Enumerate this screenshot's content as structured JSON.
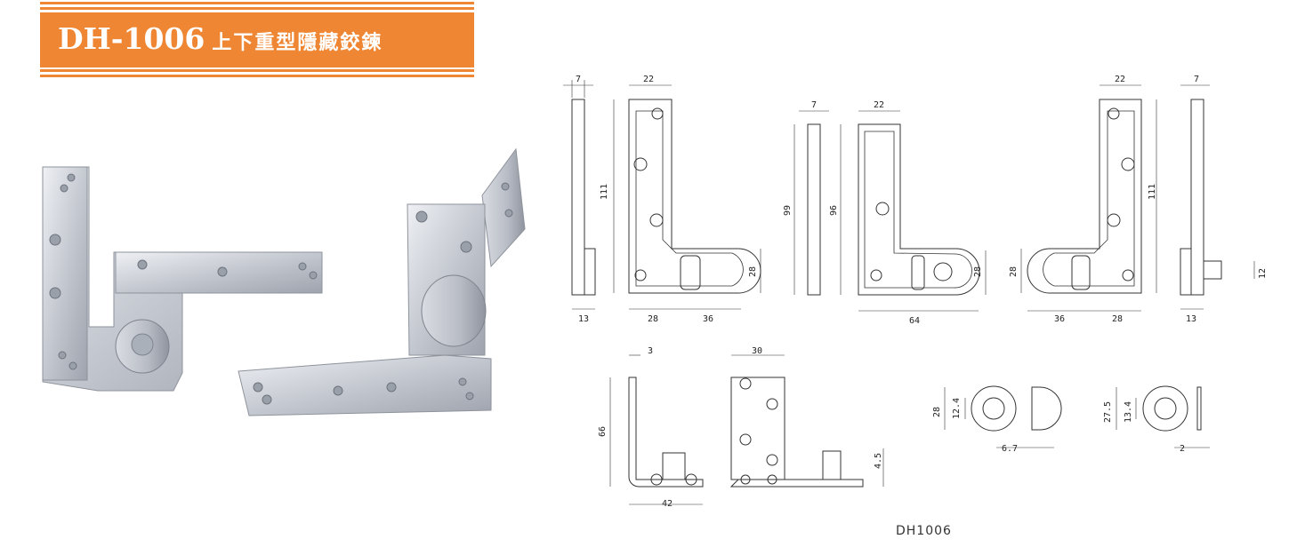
{
  "header": {
    "model_code": "DH-1006",
    "product_name": "上下重型隱藏鉸鍊"
  },
  "drawing": {
    "model_label": "DH1006",
    "dims": {
      "top_left_plate_thickness": "7",
      "top_left_width": "22",
      "top_left_height": "111",
      "top_left_base": "13",
      "top_left_lower_left": "28",
      "top_left_lower_right": "36",
      "top_left_knuckle": "28",
      "mid_thickness": "7",
      "mid_width": "22",
      "mid_side_height": "99",
      "mid_height": "96",
      "mid_knuckle": "28",
      "mid_total_width": "64",
      "right_width": "22",
      "right_height": "111",
      "right_knuckle": "28",
      "right_lower_left": "36",
      "right_lower_right": "28",
      "right_thickness": "7",
      "right_base": "13",
      "right_pin": "12",
      "bracket_thickness": "3",
      "bracket_height": "66",
      "bracket_length": "42",
      "plate_width": "30",
      "plate_pin_height": "4.5",
      "washer1_outer": "28",
      "washer1_inner": "12.4",
      "washer1_thickness": "6.7",
      "washer2_outer": "27.5",
      "washer2_inner": "13.4",
      "washer2_thickness": "2"
    }
  },
  "colors": {
    "accent": "#ee8633",
    "metal": "#c9ccd3",
    "line": "#333333"
  }
}
